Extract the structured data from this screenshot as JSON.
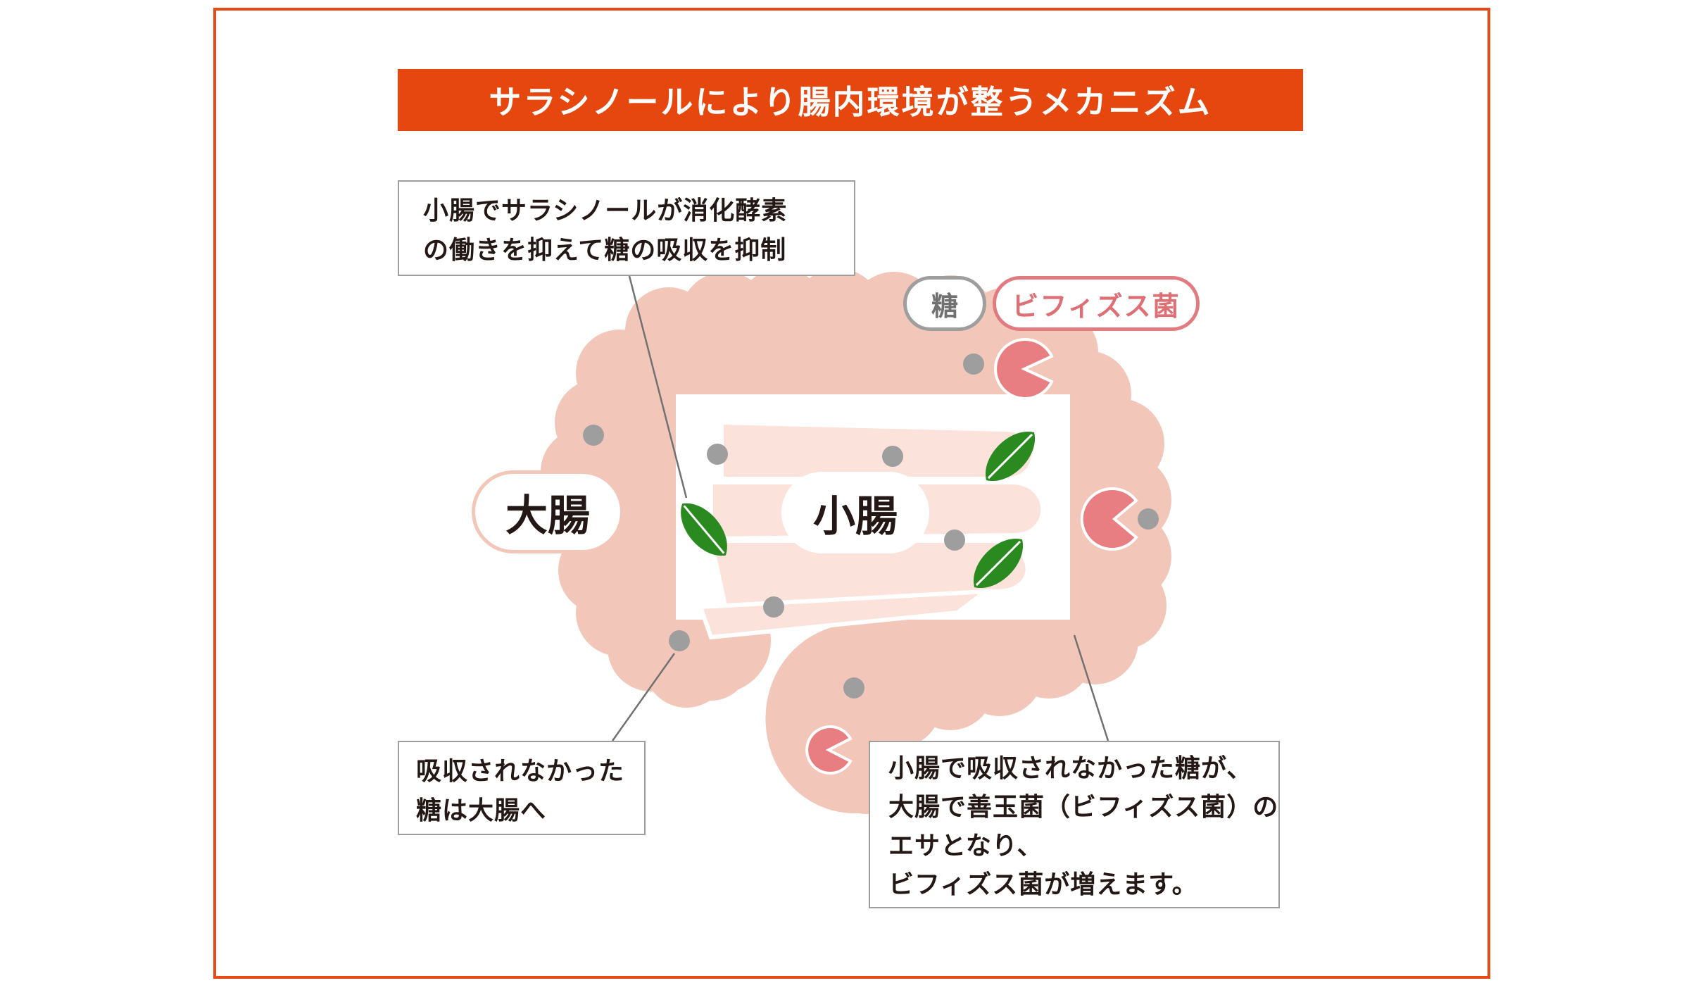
{
  "title": "サラシノールにより腸内環境が整うメカニズム",
  "labels": {
    "large_intestine": "大腸",
    "small_intestine": "小腸"
  },
  "legend": {
    "sugar": "糖",
    "bifidobacteria": "ビフィズス菌"
  },
  "callouts": {
    "top": [
      "小腸でサラシノールが消化酵素",
      "の働きを抑えて糖の吸収を抑制"
    ],
    "bottom_left": [
      "吸収されなかった",
      "糖は大腸へ"
    ],
    "bottom_right": [
      "小腸で吸収されなかった糖が、",
      "大腸で善玉菌（ビフィズス菌）の",
      "エサとなり、",
      "ビフィズス菌が増えます。"
    ]
  },
  "colors": {
    "accent": "#e6470f",
    "intestine": "#f2c7b9",
    "small_intestine": "#fbe3db",
    "sugar": "#9e9e9e",
    "bacteria": "#e87e82",
    "leaf": "#2a8a1f"
  },
  "icons": [
    "leaf-icon",
    "sugar-dot-icon",
    "bifidobacteria-icon"
  ]
}
